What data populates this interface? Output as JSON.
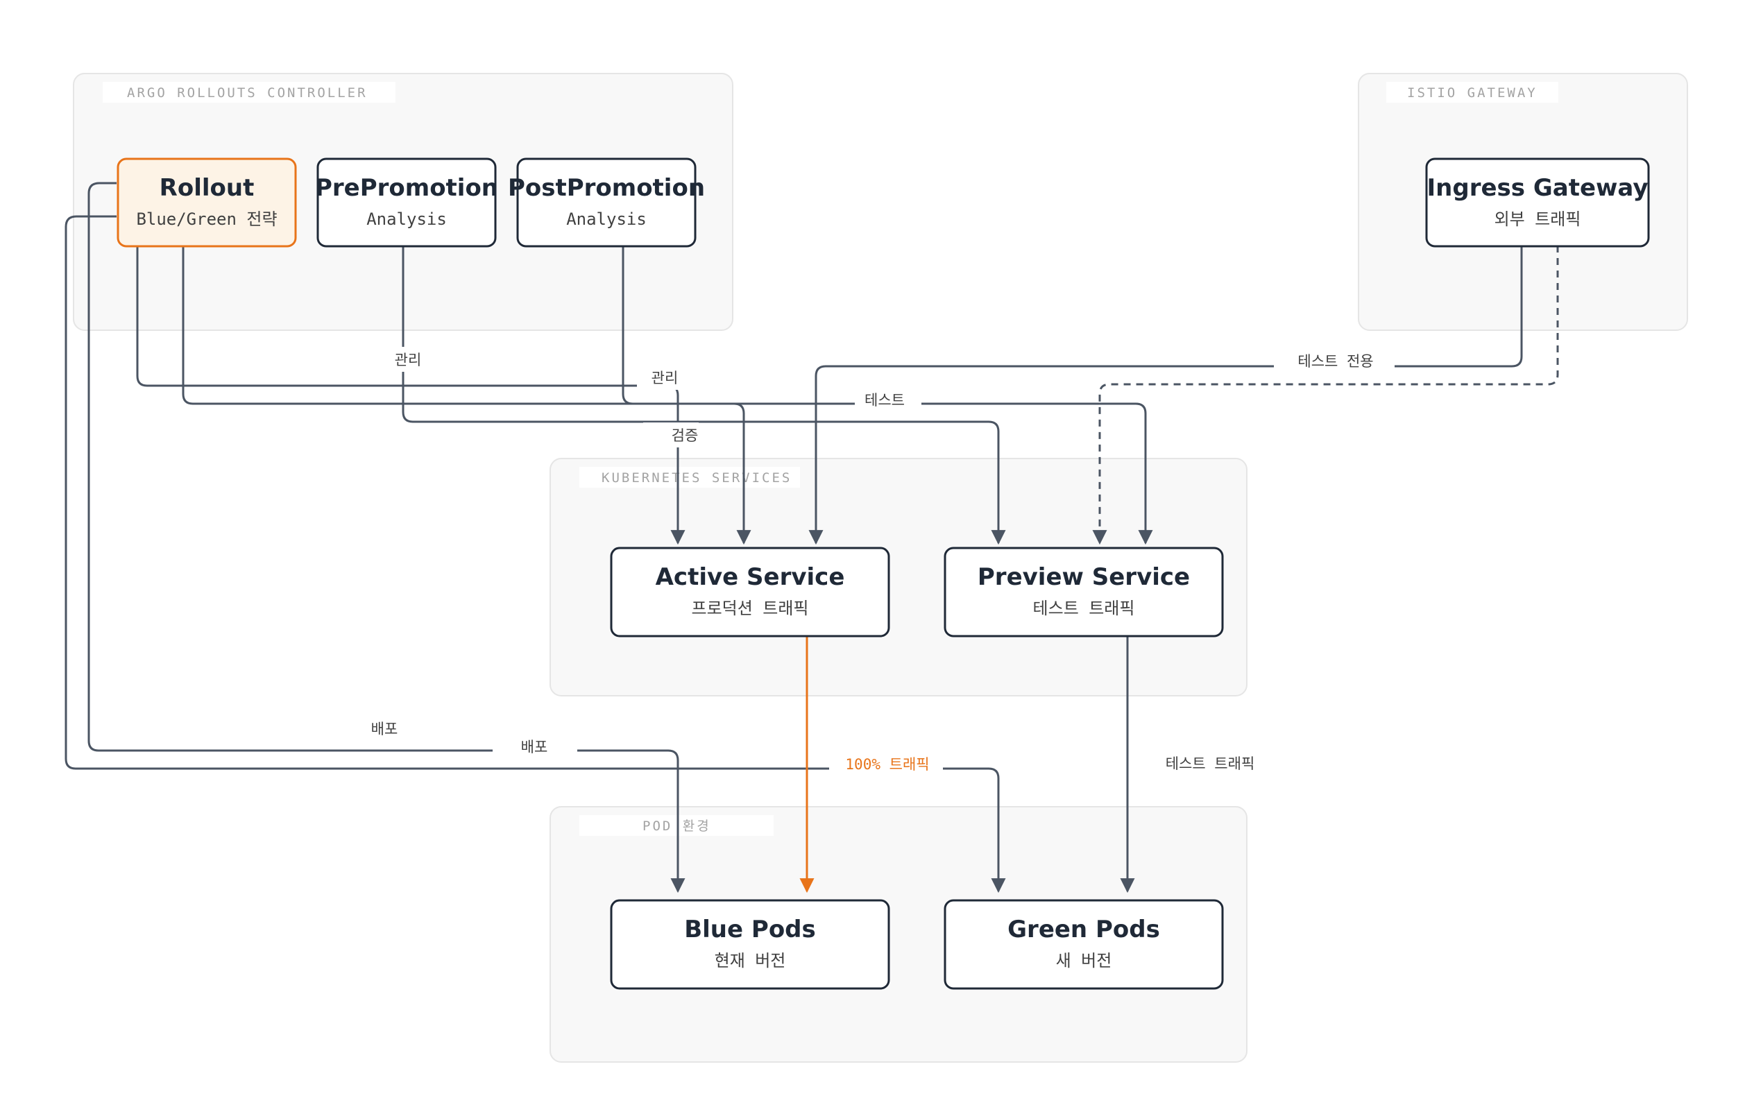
{
  "groups": {
    "argo": "ARGO ROLLOUTS CONTROLLER",
    "istio": "ISTIO GATEWAY",
    "k8s": "KUBERNETES SERVICES",
    "pod": "POD 환경"
  },
  "nodes": {
    "rollout": {
      "title": "Rollout",
      "sub": "Blue/Green 전략"
    },
    "prepromotion": {
      "title": "PrePromotion",
      "sub": "Analysis"
    },
    "postpromotion": {
      "title": "PostPromotion",
      "sub": "Analysis"
    },
    "ingress": {
      "title": "Ingress Gateway",
      "sub": "외부 트래픽"
    },
    "active": {
      "title": "Active Service",
      "sub": "프로덕션 트래픽"
    },
    "preview": {
      "title": "Preview Service",
      "sub": "테스트 트래픽"
    },
    "blue": {
      "title": "Blue Pods",
      "sub": "현재 버전"
    },
    "green": {
      "title": "Green Pods",
      "sub": "새 버전"
    }
  },
  "edges": {
    "rollout_active": "관리",
    "rollout_preview": "관리",
    "pre_preview": "검증",
    "post_active": "테스트",
    "ingress_active": "테스트 전용",
    "rollout_blue": "배포",
    "rollout_green": "배포",
    "active_blue": "100% 트래픽",
    "preview_green": "테스트 트래픽"
  },
  "colors": {
    "accent": "#e8741a",
    "accent_fill": "#fdf3e6",
    "edge": "#4b5563",
    "node_border": "#1f2937",
    "group_fill": "#f8f8f8",
    "group_border": "#e5e5e5"
  }
}
